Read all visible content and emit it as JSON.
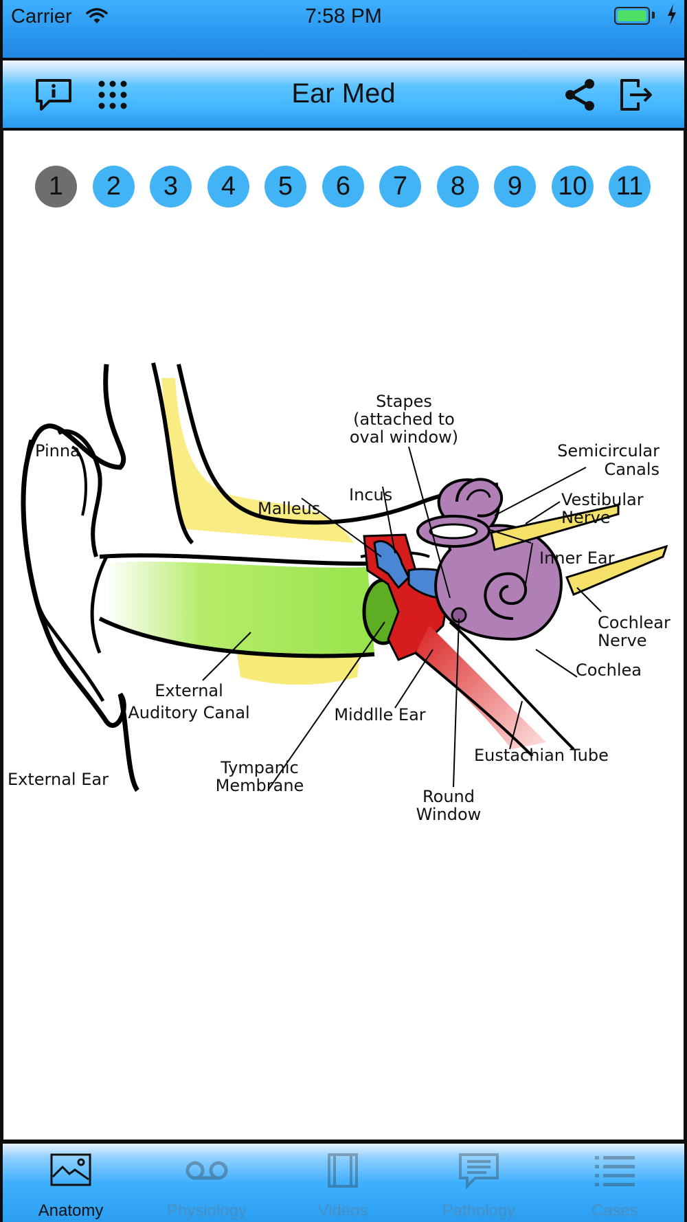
{
  "status_bar": {
    "carrier": "Carrier",
    "time": "7:58 PM"
  },
  "nav": {
    "title": "Ear Med",
    "left_icons": [
      "info-icon",
      "grid-icon"
    ],
    "right_icons": [
      "share-icon",
      "exit-icon"
    ]
  },
  "pager": {
    "pages": [
      "1",
      "2",
      "3",
      "4",
      "5",
      "6",
      "7",
      "8",
      "9",
      "10",
      "11"
    ],
    "active": "1"
  },
  "diagram_labels": {
    "stapes": [
      "Stapes",
      "(attached to",
      "oval window)"
    ],
    "semicircular": [
      "Semicircular",
      "Canals"
    ],
    "vestibular": [
      "Vestibular",
      "Nerve"
    ],
    "inner_ear": "Inner Ear",
    "cochlear_nerve": [
      "Cochlear",
      "Nerve"
    ],
    "cochlea": "Cochlea",
    "eustachian": "Eustachian Tube",
    "round_window": [
      "Round",
      "Window"
    ],
    "middle_ear": "Middlle Ear",
    "tympanic": [
      "Tympanic",
      "Membrane"
    ],
    "external_canal": [
      "External",
      "Auditory Canal"
    ],
    "external_ear": "External Ear",
    "pinna": "Pinna",
    "malleus": "Malleus",
    "incus": "Incus"
  },
  "tabs": [
    {
      "label": "Anatomy",
      "icon": "image-icon",
      "active": true
    },
    {
      "label": "Physiology",
      "icon": "voicemail-icon",
      "active": false
    },
    {
      "label": "Videos",
      "icon": "film-icon",
      "active": false
    },
    {
      "label": "Pathology",
      "icon": "chat-icon",
      "active": false
    },
    {
      "label": "Cases",
      "icon": "list-icon",
      "active": false
    }
  ],
  "colors": {
    "accent": "#42b4f6",
    "active_page": "#6e6e6e"
  }
}
